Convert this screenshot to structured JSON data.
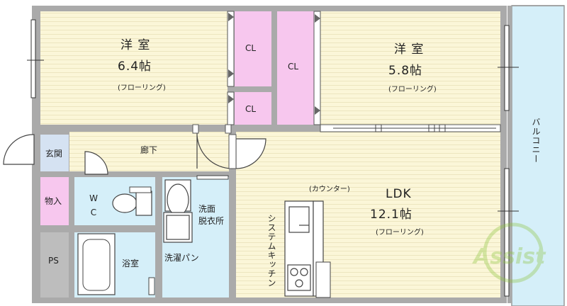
{
  "rooms": {
    "western_room_a": {
      "name": "洋 室",
      "size": "6.4帖",
      "floor": "(フローリング)"
    },
    "western_room_b": {
      "name": "洋 室",
      "size": "5.8帖",
      "floor": "(フローリング)"
    },
    "ldk": {
      "name": "LDK",
      "size": "12.1帖",
      "floor": "(フローリング)",
      "counter": "(カウンター)"
    },
    "closet_1": "CL",
    "closet_2": "CL",
    "closet_3": "CL",
    "balcony": "バルコニー",
    "entrance": "玄関",
    "hallway": "廊下",
    "storage": "物入",
    "toilet": "W C",
    "washroom": "洗面\n脱衣所",
    "washer_pan": "洗濯パン",
    "bathroom": "浴室",
    "ps": "PS",
    "system_kitchen": "システムキッチン"
  },
  "logo": {
    "text": "Assist"
  },
  "colors": {
    "wall": "#aaaaaa",
    "wood_floor": "#fbf6d8",
    "closet": "#f7c7ee",
    "wet_area": "#d5eff9",
    "balcony": "#d5eff9",
    "entrance": "#d5e2f2",
    "ps": "#bdbdbd",
    "logo": "#8cc43b"
  }
}
